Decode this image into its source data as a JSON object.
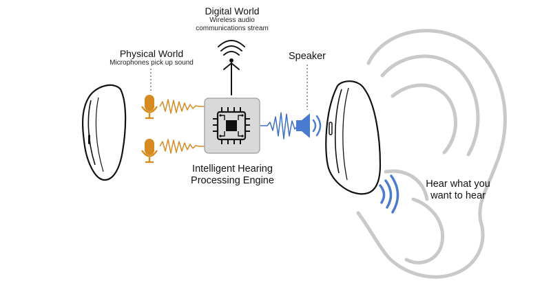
{
  "labels": {
    "digital_world_title": "Digital World",
    "digital_world_sub_line1": "Wireless audio",
    "digital_world_sub_line2": "communications stream",
    "physical_world_title": "Physical World",
    "physical_world_sub": "Microphones pick up sound",
    "speaker": "Speaker",
    "engine_line1": "Intelligent Hearing",
    "engine_line2": "Processing Engine",
    "hear_line1": "Hear what you",
    "hear_line2": "want to hear"
  },
  "colors": {
    "microphone": "#d68a1f",
    "audio_wave_input": "#d68a1f",
    "audio_wave_output": "#3b6fc7",
    "speaker_icon": "#4a7bd0",
    "sound_arcs": "#4a7bd0",
    "ear_outline": "#c9c9c9",
    "chip_box": "#d9d9d9",
    "earbud_outline": "#111111"
  },
  "icons": [
    "antenna-icon",
    "microphone-icon",
    "chip-icon",
    "speaker-icon",
    "ear-illustration",
    "earbud-illustration"
  ]
}
